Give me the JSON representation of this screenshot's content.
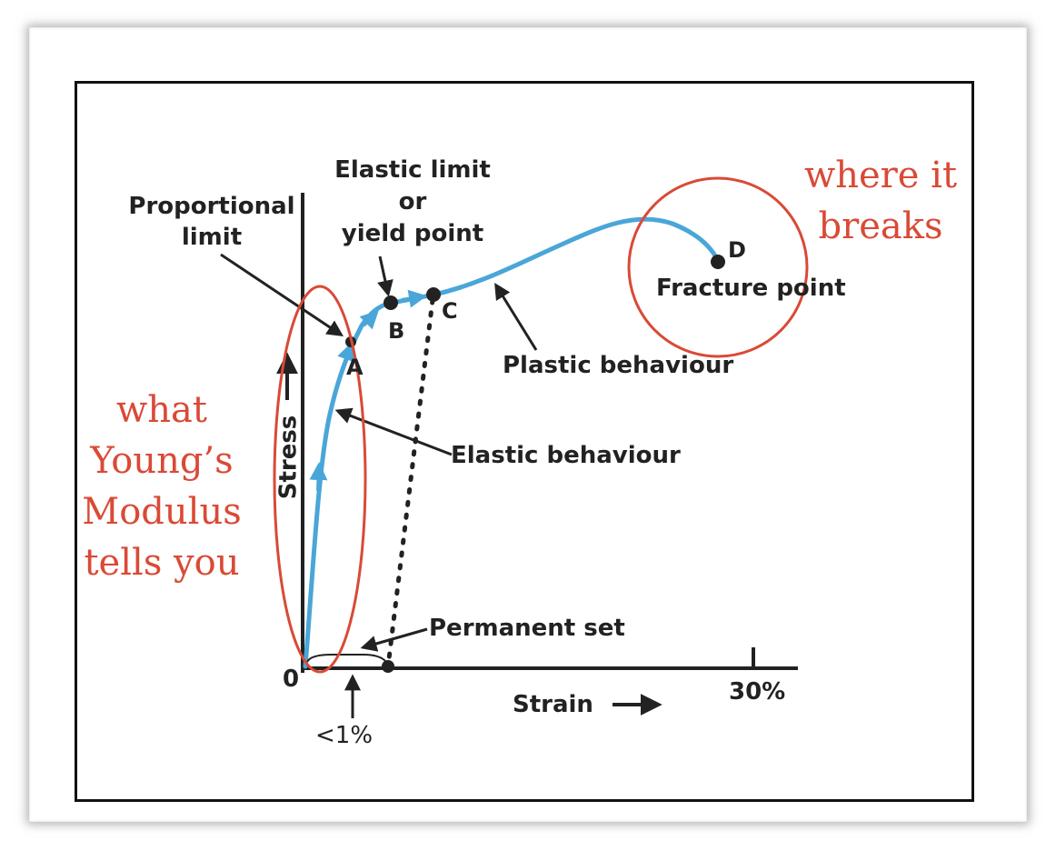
{
  "diagram": {
    "labels": {
      "proportional_limit": "Proportional\nlimit",
      "elastic_limit": "Elastic limit\nor\nyield point",
      "point_a": "A",
      "point_b": "B",
      "point_c": "C",
      "point_d": "D",
      "fracture_point": "Fracture point",
      "plastic_behaviour": "Plastic behaviour",
      "elastic_behaviour": "Elastic behaviour",
      "stress_axis": "Stress",
      "strain_axis": "Strain",
      "origin": "0",
      "strain_max": "30%",
      "permanent_set": "Permanent set",
      "small_strain": "<1%"
    },
    "annotations": {
      "youngs_modulus": "what\nYoung’s\nModulus\ntells you",
      "breaks": "where it\nbreaks"
    },
    "colors": {
      "curve": "#4aa6d8",
      "annotation": "#d94a36",
      "ink": "#222222"
    }
  }
}
